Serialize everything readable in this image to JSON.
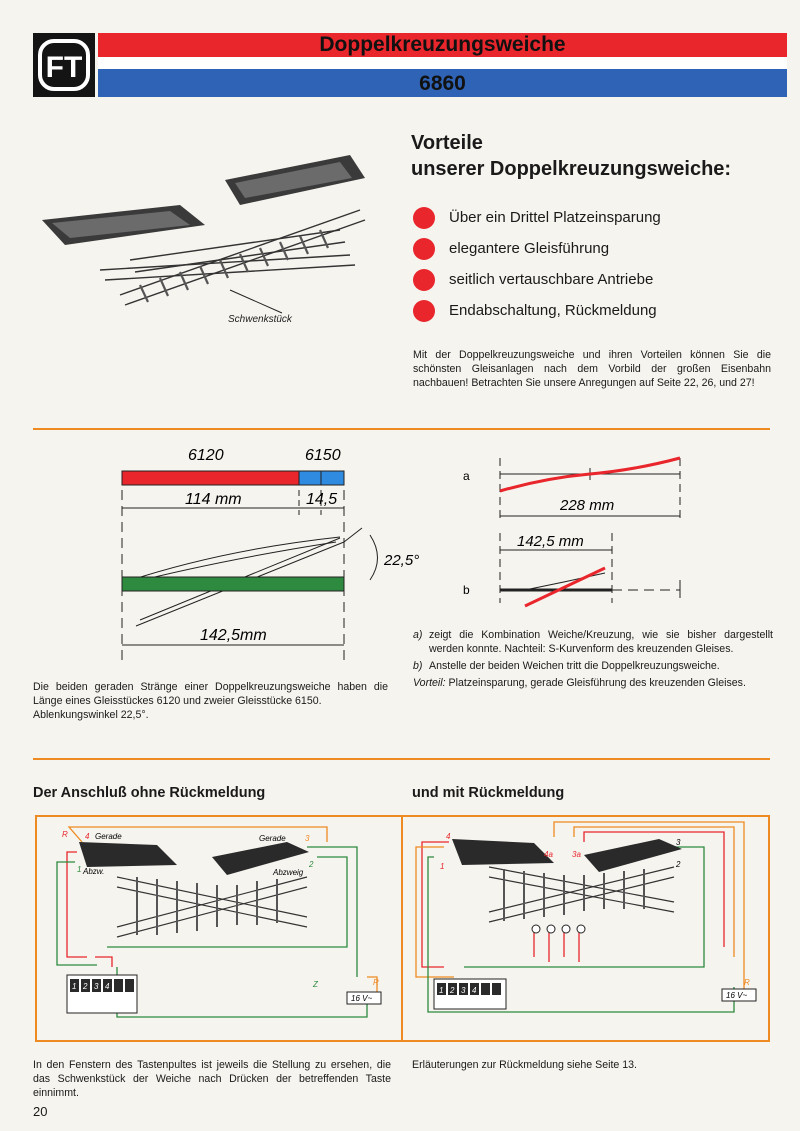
{
  "header": {
    "logo_text": "FT",
    "title": "Doppelkreuzungsweiche",
    "number": "6860"
  },
  "advantages": {
    "heading_line1": "Vorteile",
    "heading_line2": "unserer Doppelkreuzungsweiche:",
    "items": [
      "Über ein Drittel Platzeinsparung",
      "elegantere Gleisführung",
      "seitlich vertauschbare Antriebe",
      "Endabschaltung, Rückmeldung"
    ],
    "intro": "Mit der Doppelkreuzungsweiche und ihren Vorteilen können Sie die schönsten Gleisanlagen nach dem Vorbild der großen Eisenbahn nachbauen! Betrachten Sie unsere Anregungen auf Seite 22, 26, und 27!"
  },
  "product_photo": {
    "label": "Schwenkstück"
  },
  "dimension_diagram": {
    "label_6120": "6120",
    "label_6150": "6150",
    "len_114": "114 mm",
    "len_145": "14,5",
    "angle": "22,5°",
    "len_total": "142,5mm",
    "caption_line1": "Die beiden geraden Stränge einer Doppelkreuzungsweiche haben die Länge eines Gleisstückes 6120 und zweier Gleisstücke 6150.",
    "caption_line2": "Ablenkungswinkel 22,5°."
  },
  "comparison_diagram": {
    "label_a": "a",
    "label_b": "b",
    "len_228": "228 mm",
    "len_1425": "142,5 mm",
    "captions": [
      {
        "label": "a)",
        "text": "zeigt die Kombination Weiche/Kreuzung, wie sie bisher dargestellt werden konnte. Nachteil: S-Kurvenform des kreuzenden Gleises."
      },
      {
        "label": "b)",
        "text": "Anstelle der beiden Weichen tritt die Doppelkreuzungsweiche."
      }
    ],
    "advantage_label": "Vorteil:",
    "advantage_text": "Platzeinsparung, gerade Gleisführung des kreuzenden Gleises."
  },
  "wiring": {
    "left_heading": "Der Anschluß ohne Rückmeldung",
    "right_heading": "und mit Rückmeldung",
    "left_labels": {
      "r": "R",
      "four": "4",
      "gerade_l": "Gerade",
      "one": "1",
      "abzw_l": "Abzw.",
      "gerade_r": "Gerade",
      "three": "3",
      "abzweig_r": "Abzweig",
      "two": "2",
      "z": "Z",
      "r2": "R",
      "voltage": "16 V~",
      "keys": [
        "1",
        "2",
        "3",
        "4"
      ]
    },
    "right_labels": {
      "four": "4",
      "one": "1",
      "four_a": "4a",
      "three_a": "3a",
      "three": "3",
      "two": "2",
      "r": "R",
      "voltage": "16 V~",
      "keys": [
        "1",
        "2",
        "3",
        "4"
      ]
    },
    "left_caption": "In den Fenstern des Tastenpultes ist jeweils die Stellung zu ersehen, die das Schwenkstück der Weiche nach Drücken der betreffenden Taste einnimmt.",
    "right_caption": "Erläuterungen zur Rückmeldung siehe Seite 13."
  },
  "page_number": "20",
  "colors": {
    "red": "#e8262c",
    "blue": "#2f63b5",
    "green": "#2d8a3e",
    "orange": "#ee8a22"
  }
}
